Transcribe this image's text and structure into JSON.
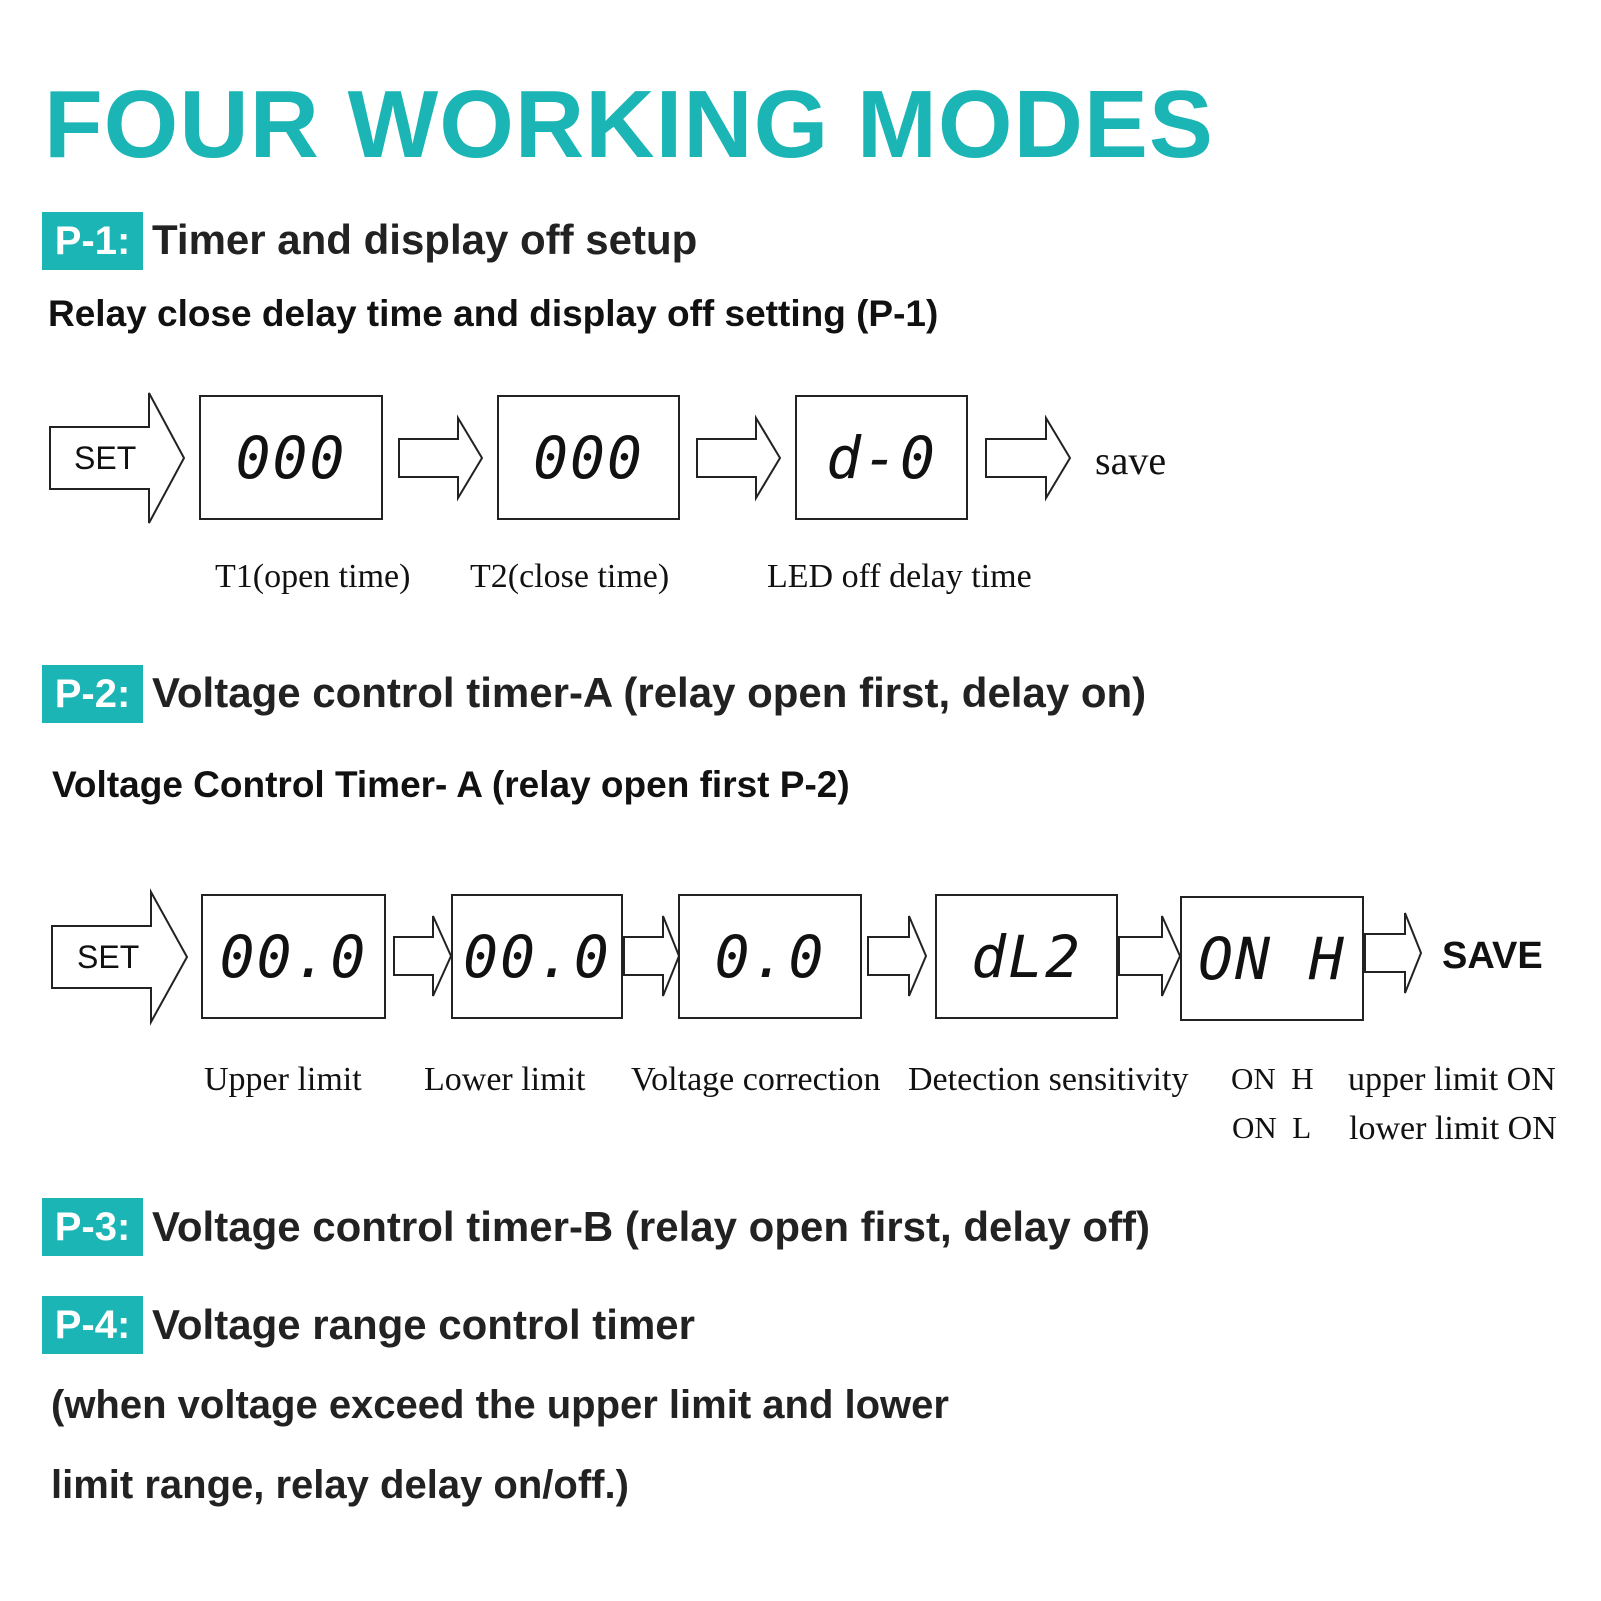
{
  "title": "FOUR WORKING MODES",
  "accent_color": "#1bb5b5",
  "p1": {
    "badge": "P-1:",
    "heading": "Timer and display off setup",
    "subheading": "Relay close delay time and display off setting (P-1)",
    "set_label": "SET",
    "displays": [
      "000",
      "000",
      "d-0"
    ],
    "save": "save",
    "labels": [
      "T1(open time)",
      "T2(close time)",
      "LED off delay time"
    ]
  },
  "p2": {
    "badge": "P-2:",
    "heading": "Voltage control timer-A (relay open first, delay on)",
    "subheading": "Voltage Control Timer- A (relay open first P-2)",
    "set_label": "SET",
    "displays": [
      "00.0",
      "00.0",
      "0.0",
      "dL2",
      "ON H"
    ],
    "save": "SAVE",
    "labels": [
      "Upper limit",
      "Lower limit",
      "Voltage correction",
      "Detection sensitivity"
    ],
    "legend": [
      {
        "code": "ON  H",
        "meaning": "upper limit ON"
      },
      {
        "code": "ON  L",
        "meaning": "lower limit ON"
      }
    ]
  },
  "p3": {
    "badge": "P-3:",
    "heading": "Voltage control timer-B (relay open first, delay off)"
  },
  "p4": {
    "badge": "P-4:",
    "heading": "Voltage range control timer",
    "description": [
      "(when voltage exceed the upper limit and lower",
      "limit range, relay delay on/off.)"
    ]
  }
}
